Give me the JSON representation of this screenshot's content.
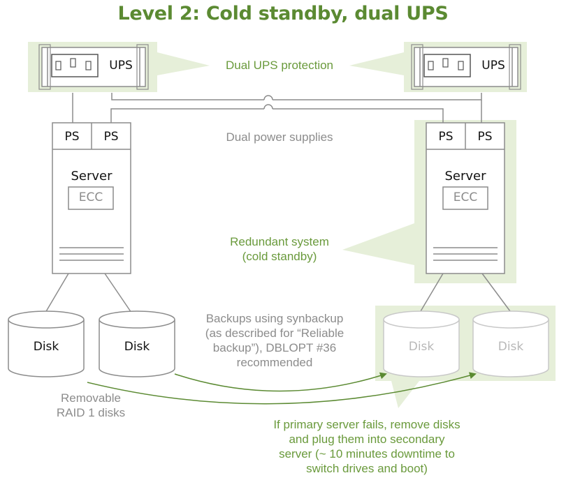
{
  "title": "Level 2: Cold standby, dual UPS",
  "colors": {
    "accent_green": "#5b8a32",
    "annotation_green": "#6a9a3c",
    "highlight_bg": "#e6efd9",
    "line_gray": "#8c8c8c",
    "text_gray": "#8c8c8c",
    "faded_gray": "#b8b8b8"
  },
  "primary": {
    "ups_label": "UPS",
    "ps_labels": [
      "PS",
      "PS"
    ],
    "server_label": "Server",
    "ecc_label": "ECC",
    "disks": [
      "Disk",
      "Disk"
    ]
  },
  "secondary": {
    "ups_label": "UPS",
    "ps_labels": [
      "PS",
      "PS"
    ],
    "server_label": "Server",
    "ecc_label": "ECC",
    "disks": [
      "Disk",
      "Disk"
    ]
  },
  "annotations": {
    "dual_ups": "Dual UPS protection",
    "dual_power": "Dual power supplies",
    "redundant": [
      "Redundant system",
      "(cold standby)"
    ],
    "backups": [
      "Backups using synbackup",
      "(as described for “Reliable",
      "backup”), DBLOPT #36",
      "recommended"
    ],
    "removable": [
      "Removable",
      "RAID 1 disks"
    ],
    "failover": [
      "If primary server fails, remove disks",
      "and plug them into secondary",
      "server (~ 10 minutes downtime to",
      "switch drives and boot)"
    ]
  }
}
